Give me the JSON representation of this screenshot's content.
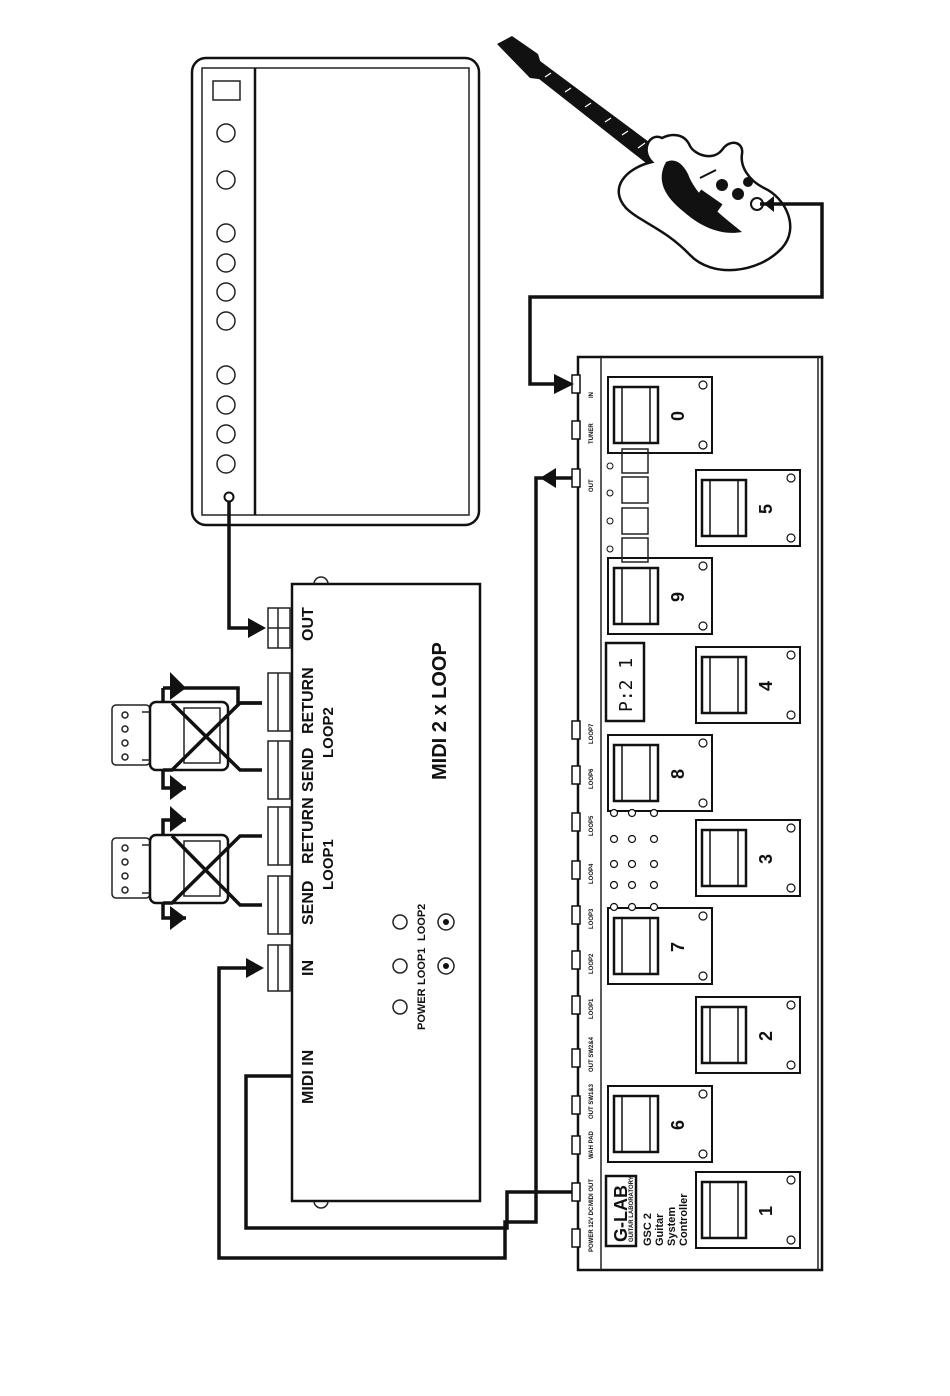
{
  "loop_unit": {
    "title": "MIDI 2 x LOOP",
    "jacks": {
      "out": "OUT",
      "return2": "RETURN",
      "send2": "SEND",
      "loop2": "LOOP2",
      "return1": "RETURN",
      "send1": "SEND",
      "loop1": "LOOP1",
      "in": "IN",
      "midi_in": "MIDI IN"
    },
    "leds": {
      "power": "POWER",
      "loop1": "LOOP1",
      "loop2": "LOOP2"
    }
  },
  "controller": {
    "brand": "G-LAB",
    "brand_sub": "GUITAR LABORATORY",
    "model_lines": [
      "GSC 2",
      "Guitar",
      "System",
      "Controller"
    ],
    "display": "P:2 1",
    "top_jacks": [
      {
        "label": "POWER 12V DC"
      },
      {
        "label": "MIDI OUT"
      },
      {
        "label": "WAH PAD"
      },
      {
        "label": "OUT SW1&3"
      },
      {
        "label": "OUT SW2&4"
      },
      {
        "label": "LOOP1"
      },
      {
        "label": "LOOP2"
      },
      {
        "label": "LOOP3"
      },
      {
        "label": "LOOP4"
      },
      {
        "label": "LOOP5"
      },
      {
        "label": "LOOP6"
      },
      {
        "label": "LOOP7"
      },
      {
        "label": "OUT"
      },
      {
        "label": "TUNER"
      },
      {
        "label": "IN"
      }
    ],
    "switches_upper": [
      "6",
      "7",
      "8",
      "9",
      "0"
    ],
    "switches_lower": [
      "1",
      "2",
      "3",
      "4",
      "5"
    ]
  }
}
